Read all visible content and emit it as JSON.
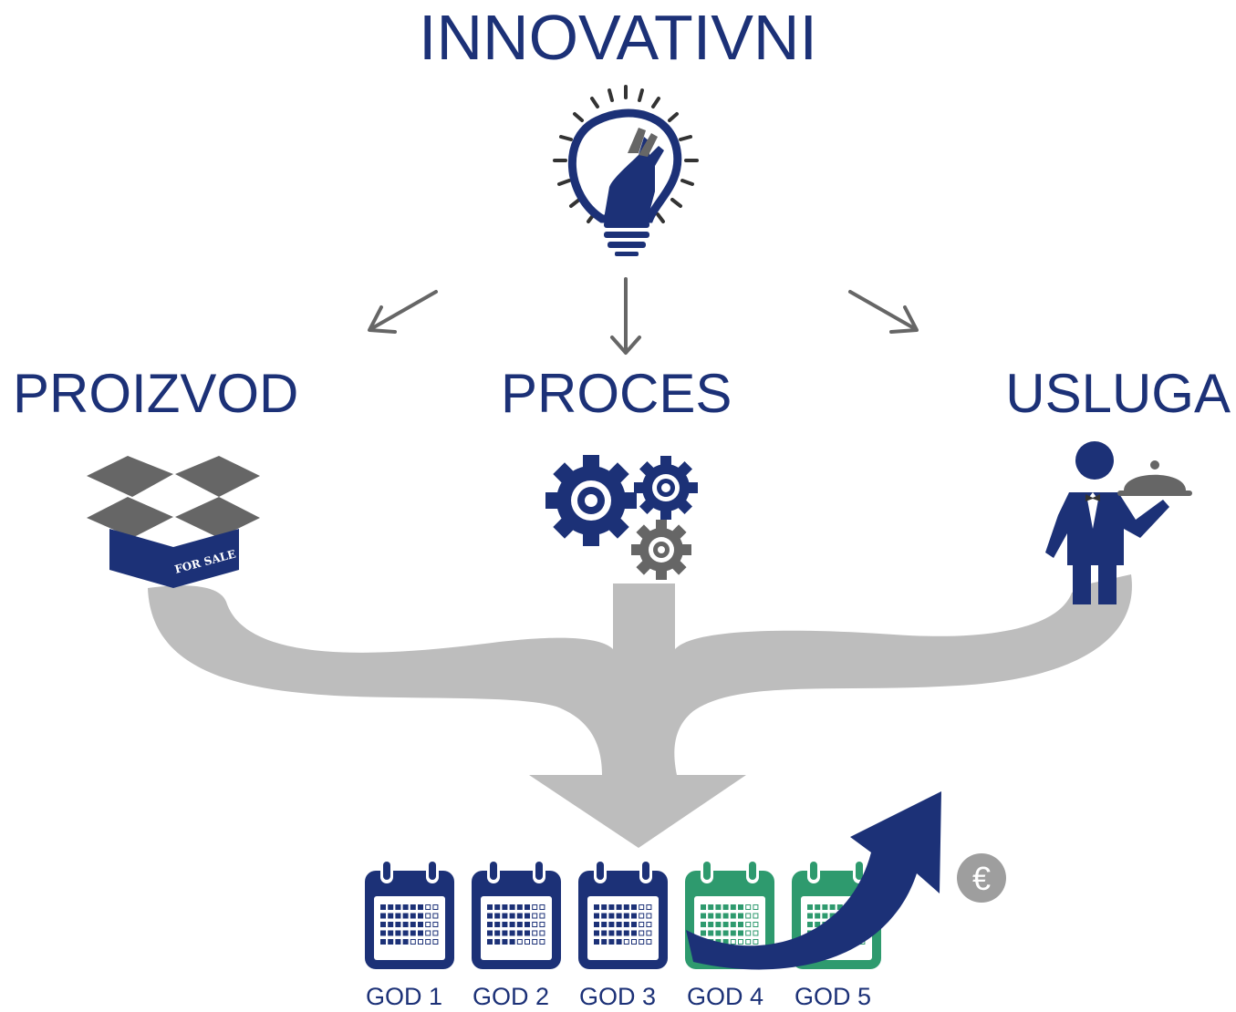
{
  "title": "INNOVATIVNI",
  "categories": [
    {
      "id": "left",
      "label": "PROIZVOD",
      "icon": "open-box-icon",
      "box_text": "FOR SALE"
    },
    {
      "id": "center",
      "label": "PROCES",
      "icon": "gears-icon"
    },
    {
      "id": "right",
      "label": "USLUGA",
      "icon": "waiter-icon"
    }
  ],
  "years": [
    {
      "label": "GOD 1",
      "color": "#1c3177"
    },
    {
      "label": "GOD 2",
      "color": "#1c3177"
    },
    {
      "label": "GOD 3",
      "color": "#1c3177"
    },
    {
      "label": "GOD 4",
      "color": "#2e9a6e"
    },
    {
      "label": "GOD 5",
      "color": "#2e9a6e"
    }
  ],
  "currency_symbol": "€",
  "colors": {
    "navy": "#1c3177",
    "green": "#2e9a6e",
    "gray": "#bdbdbd",
    "darkgray": "#666666"
  },
  "top_icon": "lightbulb-hand-icon",
  "growth_icon": "growth-arrow-icon"
}
